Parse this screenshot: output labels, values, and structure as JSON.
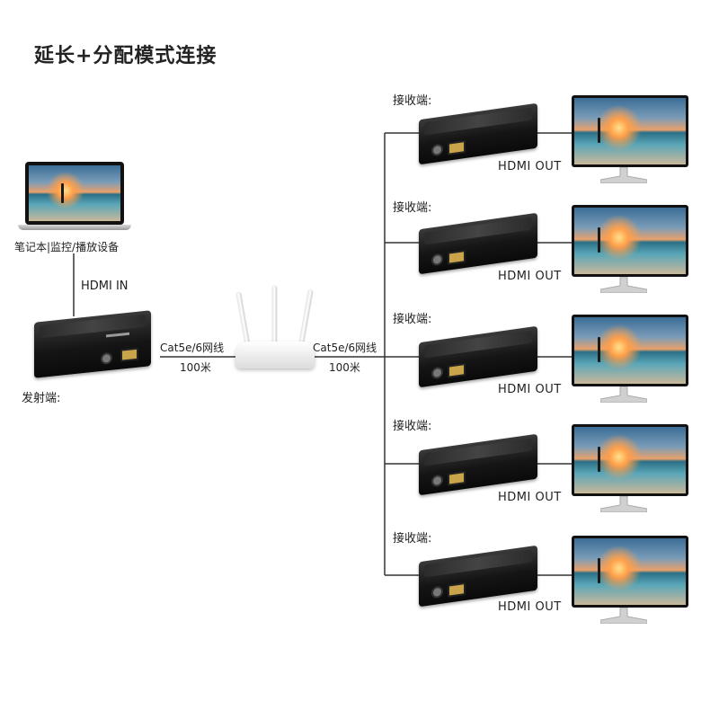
{
  "title": "延长+分配模式连接",
  "source": {
    "device_label": "笔记本|监控/播放设备",
    "input_label": "HDMI IN",
    "transmitter_label": "发射端:"
  },
  "links": {
    "left_cable": "Cat5e/6网线",
    "left_distance": "100米",
    "right_cable": "Cat5e/6网线",
    "right_distance": "100米"
  },
  "receivers": [
    {
      "label": "接收端:",
      "output": "HDMI OUT"
    },
    {
      "label": "接收端:",
      "output": "HDMI OUT"
    },
    {
      "label": "接收端:",
      "output": "HDMI OUT"
    },
    {
      "label": "接收端:",
      "output": "HDMI OUT"
    },
    {
      "label": "接收端:",
      "output": "HDMI OUT"
    }
  ],
  "colors": {
    "device": "#111111",
    "wire": "#333333",
    "hdmi_port": "#c9a44a"
  }
}
